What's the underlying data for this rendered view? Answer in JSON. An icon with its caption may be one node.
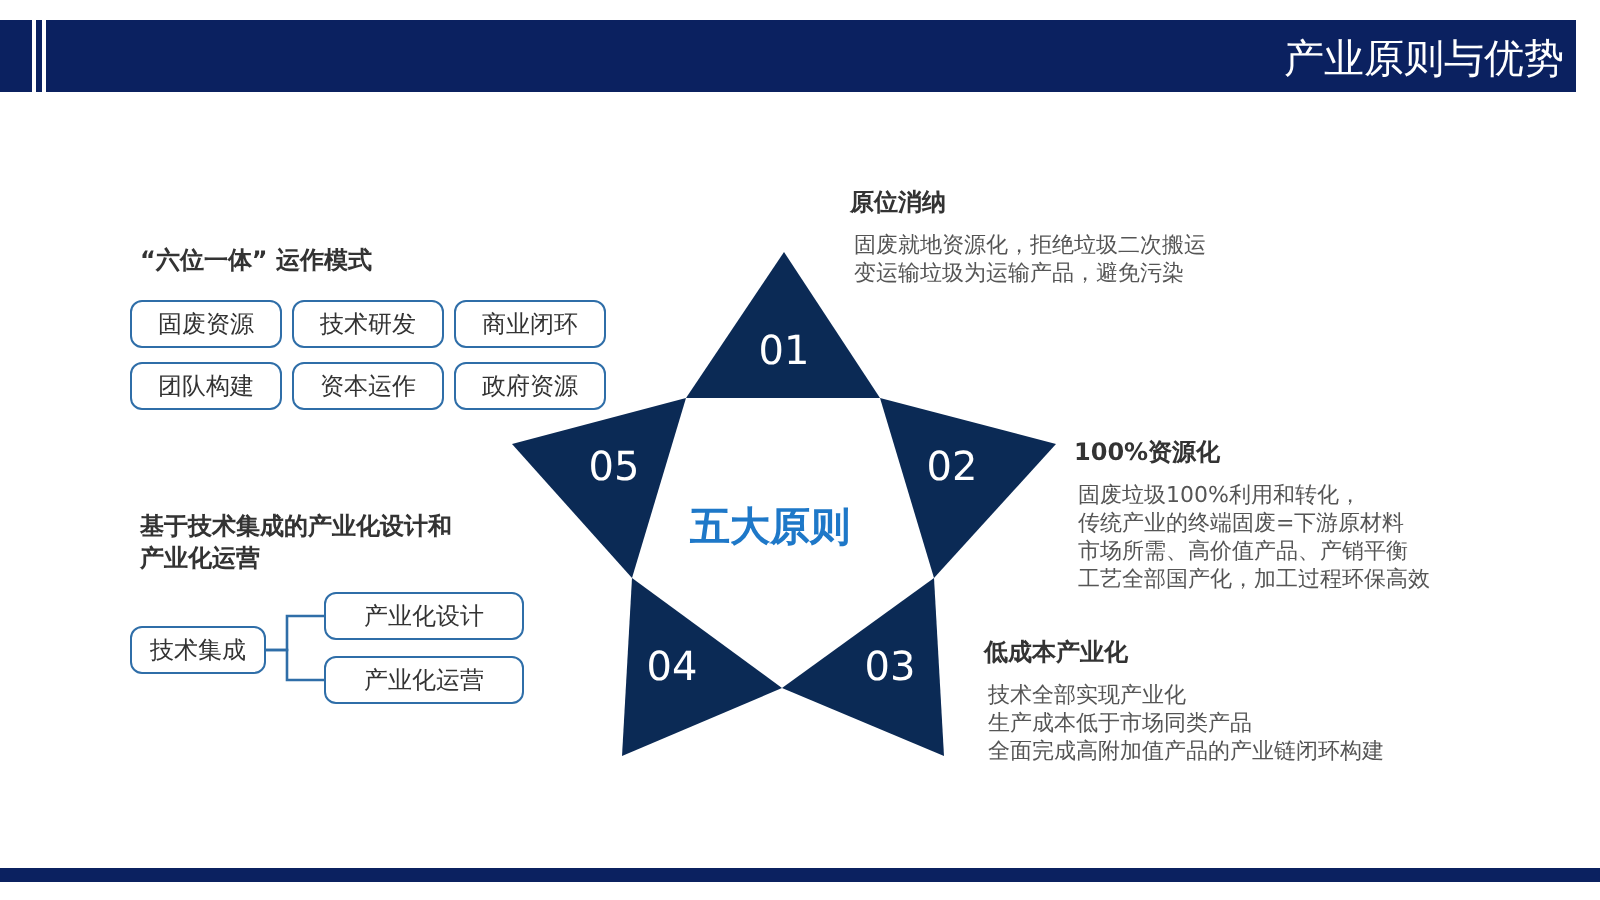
{
  "diagram": {
    "title": "产业原则与优势",
    "nodes": [
      {
        "text": [
          "01"
        ],
        "beside": [
          "原位消纳",
          "固废就地资源化，拒绝垃圾二次搬运",
          "变运输垃圾为运输产品，避免污染"
        ]
      },
      {
        "text": [
          "02"
        ],
        "beside": [
          "100%资源化",
          "固废垃圾100%利用和转化，",
          "传统产业的终端固废=下游原材料",
          "市场所需、高价值产品、产销平衡",
          "工艺全部国产化，加工过程环保高效"
        ]
      },
      {
        "text": [
          "03"
        ],
        "beside": [
          "低成本产业化",
          "技术全部实现产业化",
          "生产成本低于市场同类产品",
          "全面完成高附加值产品的产业链闭环构建"
        ]
      },
      {
        "text": [
          "04"
        ]
      },
      {
        "text": [
          "05"
        ]
      },
      {
        "text": [
          "五大原则"
        ]
      },
      {
        "text": [
          "固废资源"
        ]
      },
      {
        "text": [
          "技术研发"
        ]
      },
      {
        "text": [
          "商业闭环"
        ]
      },
      {
        "text": [
          "团队构建"
        ]
      },
      {
        "text": [
          "资本运作"
        ]
      },
      {
        "text": [
          "政府资源"
        ]
      },
      {
        "text": [
          "技术集成"
        ]
      },
      {
        "text": [
          "产业化设计"
        ]
      },
      {
        "text": [
          "产业化运营"
        ]
      }
    ],
    "edges": [
      {
        "from": 12,
        "to": 13,
        "arrow": "none"
      },
      {
        "from": 12,
        "to": 14,
        "arrow": "none"
      }
    ],
    "labels": [
      "“六位一体” 运作模式",
      "基于技术集成的产业化设计和产业化运营"
    ]
  }
}
